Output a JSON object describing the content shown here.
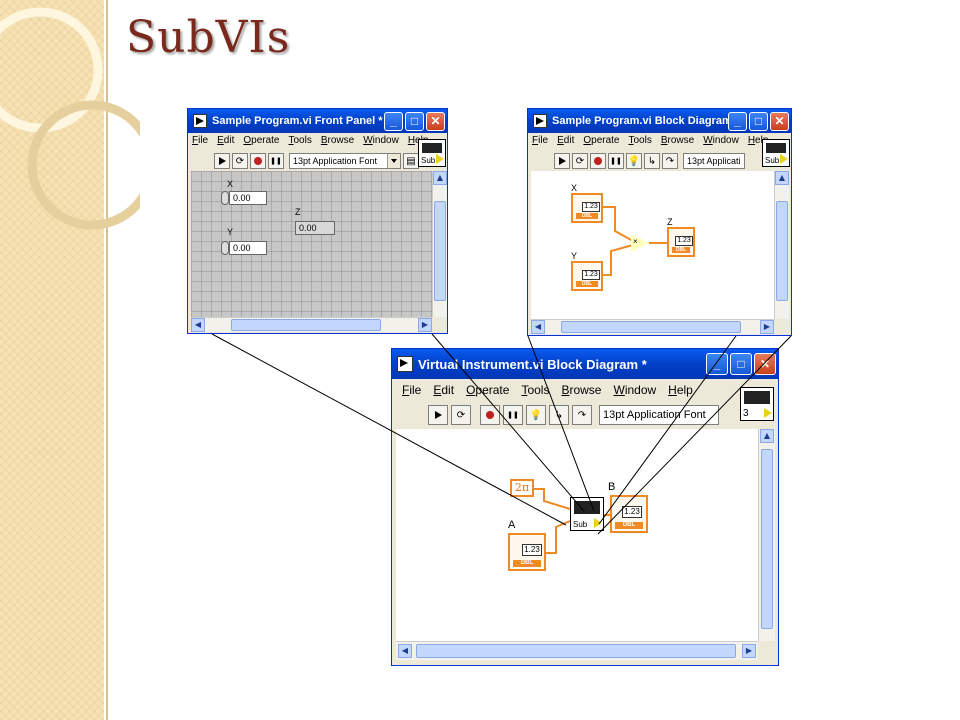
{
  "slide": {
    "title": "SubVIs"
  },
  "colors": {
    "wire": "#f08a24",
    "titlebar": "#0a4ddc",
    "slide_title": "#7a2a1c"
  },
  "menu_items": [
    "File",
    "Edit",
    "Operate",
    "Tools",
    "Browse",
    "Window",
    "Help"
  ],
  "front_panel": {
    "title": "Sample Program.vi Front Panel *",
    "font_select": "13pt Application Font",
    "icon_label": "Sub",
    "controls": {
      "x_label": "X",
      "x_value": "0.00",
      "y_label": "Y",
      "y_value": "0.00",
      "z_label": "Z",
      "z_value": "0.00"
    }
  },
  "sample_block_diagram": {
    "title": "Sample Program.vi Block Diagram *",
    "font_select": "13pt Applicati",
    "icon_label": "Sub",
    "terminals": {
      "x_label": "X",
      "y_label": "Y",
      "z_label": "Z",
      "value": "1.23",
      "type": "DBL",
      "mult_symbol": "×"
    }
  },
  "vi_block_diagram": {
    "title": "Virtual Instrument.vi Block Diagram *",
    "font_select": "13pt Application Font",
    "icon_label": "3",
    "terminals": {
      "a_label": "A",
      "b_label": "B",
      "value": "1.23",
      "type": "DBL",
      "const_value": "2π",
      "subvi_label": "Sub"
    }
  }
}
